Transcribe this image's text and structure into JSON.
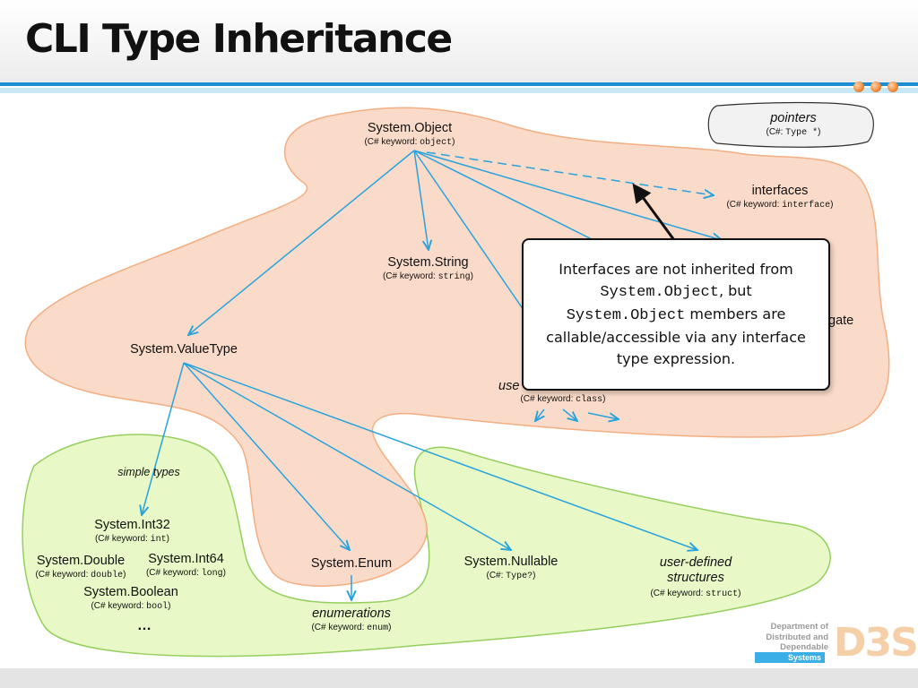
{
  "slide": {
    "title": "CLI Type Inheritance"
  },
  "colors": {
    "accent": "#1a8ed0",
    "reference_region": "#fad9c5",
    "value_region": "#e8f8c6",
    "arrow": "#29a3dc"
  },
  "nodes": {
    "object": {
      "name": "System.Object",
      "prefix": "(C# keyword: ",
      "keyword": "object",
      "suffix": ")"
    },
    "string": {
      "name": "System.String",
      "prefix": "(C# keyword: ",
      "keyword": "string",
      "suffix": ")"
    },
    "interfaces": {
      "name": "interfaces",
      "prefix": "(C# keyword: ",
      "keyword": "interface",
      "suffix": ")"
    },
    "pointers": {
      "name": "pointers",
      "prefix": "(C#: ",
      "keyword": "Type *",
      "suffix": ")"
    },
    "delegate_fragment": "gate",
    "user_classes": {
      "name_fragment": "use",
      "prefix": "(C# keyword: ",
      "keyword": "class",
      "suffix": ")"
    },
    "valuetype": {
      "name": "System.ValueType"
    },
    "simple_types": {
      "name": "simple types"
    },
    "int32": {
      "name": "System.Int32",
      "prefix": "(C# keyword: ",
      "keyword": "int",
      "suffix": ")"
    },
    "double": {
      "name": "System.Double",
      "prefix": "(C# keyword: ",
      "keyword": "double",
      "suffix": ")"
    },
    "int64": {
      "name": "System.Int64",
      "prefix": "(C# keyword: ",
      "keyword": "long",
      "suffix": ")"
    },
    "boolean": {
      "name": "System.Boolean",
      "prefix": "(C# keyword: ",
      "keyword": "bool",
      "suffix": ")"
    },
    "ellipsis": "…",
    "enum": {
      "name": "System.Enum"
    },
    "enumerations": {
      "name": "enumerations",
      "prefix": "(C# keyword: ",
      "keyword": "enum",
      "suffix": ")"
    },
    "nullable": {
      "name": "System.Nullable",
      "prefix": "(C#: ",
      "keyword": "Type?",
      "suffix": ")"
    },
    "structures": {
      "name_line1": "user-defined",
      "name_line2": "structures",
      "prefix": "(C# keyword: ",
      "keyword": "struct",
      "suffix": ")"
    }
  },
  "callout": {
    "line1": "Interfaces are not inherited from",
    "mono1": "System.Object",
    "after1": ", but",
    "mono2": "System.Object",
    "after2": " members are",
    "line3": "callable/accessible via any interface",
    "line4": "type expression."
  },
  "logo": {
    "line1": "Department of",
    "line2": "Distributed and",
    "line3": "Dependable",
    "line4": "Systems",
    "mark": "D3S"
  }
}
